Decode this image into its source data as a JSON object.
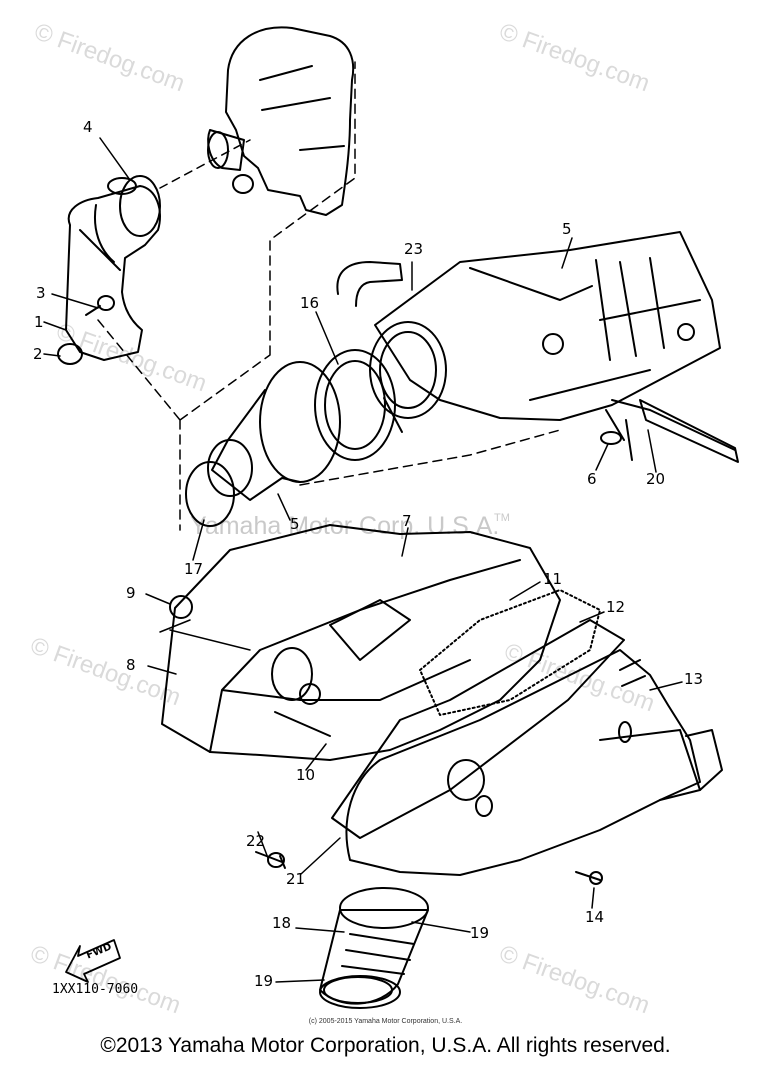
{
  "watermark": {
    "brand": "Firedog.com",
    "symbol": "©",
    "color": "#d8d8d8"
  },
  "diagram": {
    "center_mark": "Yamaha Motor Corp. U.S.A.",
    "center_mark_tm": "TM",
    "fwd_label": "FWD",
    "part_code": "1XX110-7060",
    "callouts": [
      "1",
      "2",
      "3",
      "4",
      "5",
      "5",
      "6",
      "7",
      "8",
      "9",
      "10",
      "11",
      "12",
      "13",
      "14",
      "16",
      "17",
      "18",
      "19",
      "19",
      "20",
      "21",
      "22",
      "23"
    ]
  },
  "footer": {
    "small_copyright": "(c) 2005-2015 Yamaha Motor Corporation, U.S.A.",
    "copyright": "©2013 Yamaha Motor Corporation, U.S.A. All rights reserved."
  }
}
